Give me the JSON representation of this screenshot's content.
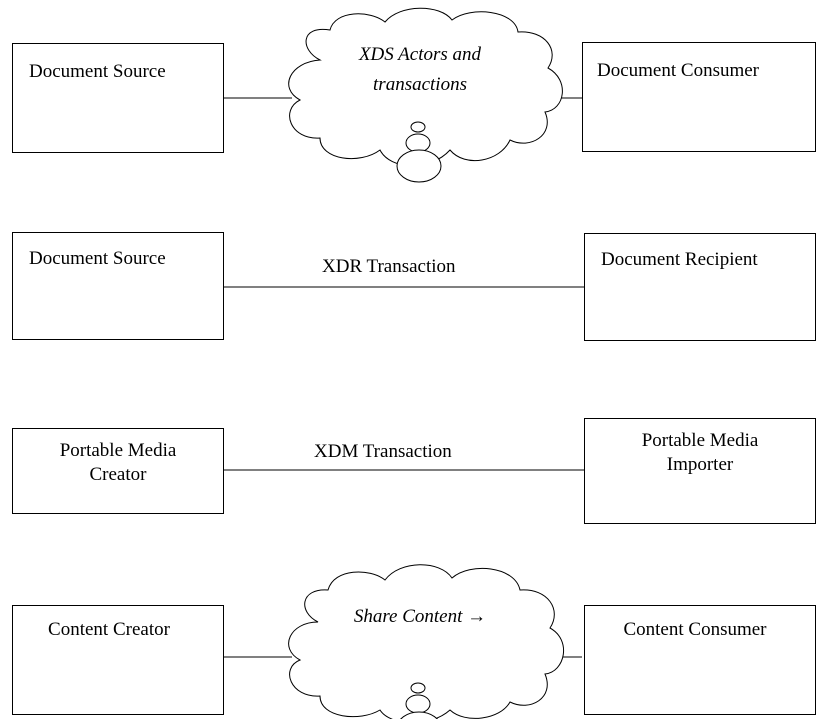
{
  "row1": {
    "left_box": "Document Source",
    "cloud_line1": "XDS Actors and",
    "cloud_line2": "transactions",
    "right_box": "Document Consumer"
  },
  "row2": {
    "left_box": "Document Source",
    "link_label": "XDR Transaction",
    "right_box": "Document Recipient"
  },
  "row3": {
    "left_box_line1": "Portable Media",
    "left_box_line2": "Creator",
    "link_label": "XDM Transaction",
    "right_box_line1": "Portable Media",
    "right_box_line2": "Importer"
  },
  "row4": {
    "left_box": "Content Creator",
    "cloud_label": "Share Content →",
    "right_box": "Content Consumer"
  }
}
